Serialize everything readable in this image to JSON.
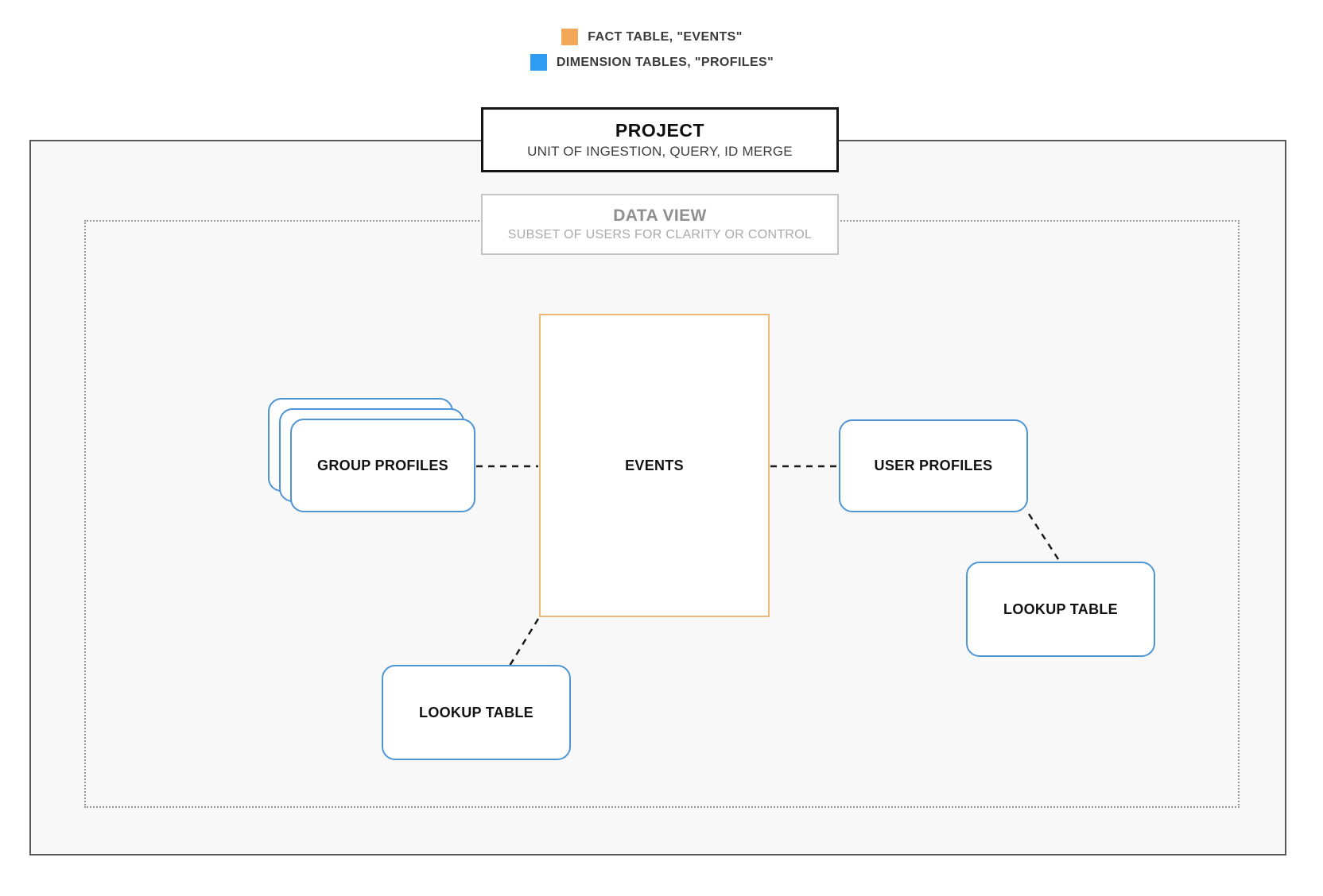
{
  "legend": {
    "items": [
      {
        "id": "fact-table",
        "label": "FACT TABLE, \"EVENTS\"",
        "color": "#F3A859"
      },
      {
        "id": "dimension-tables",
        "label": "DIMENSION TABLES, \"PROFILES\"",
        "color": "#2E9CF0"
      }
    ]
  },
  "project": {
    "title": "PROJECT",
    "subtitle": "UNIT OF INGESTION, QUERY, ID MERGE"
  },
  "data_view": {
    "title": "DATA VIEW",
    "subtitle": "SUBSET OF USERS FOR CLARITY OR CONTROL"
  },
  "nodes": {
    "group_profiles": {
      "label": "GROUP PROFILES"
    },
    "events": {
      "label": "EVENTS"
    },
    "user_profiles": {
      "label": "USER PROFILES"
    },
    "lookup_table_left": {
      "label": "LOOKUP TABLE"
    },
    "lookup_table_right": {
      "label": "LOOKUP TABLE"
    }
  },
  "colors": {
    "fact_accent": "#F3A859",
    "dimension_accent": "#2E9CF0",
    "events_border": "#EAB878",
    "profile_border": "#4D95D4",
    "outer_frame_border": "#595959",
    "dotted_frame_border": "#979797",
    "connector": "#1B1B1B"
  }
}
